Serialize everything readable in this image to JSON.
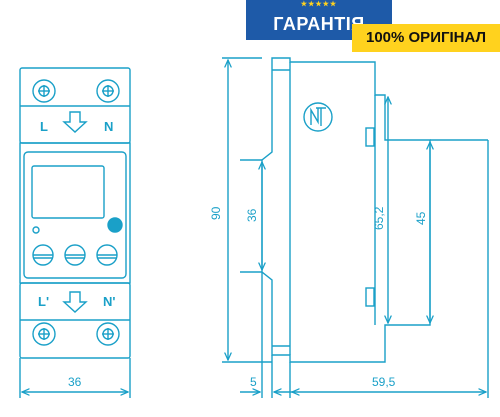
{
  "colors": {
    "line": "#1aa0c8",
    "badge_blue": "#1e5aa8",
    "badge_yellow": "#ffd21e"
  },
  "badges": {
    "guarantee": "ГАРАНТІЯ",
    "stars": "★★★★★",
    "original": "100% ОРИГІНАЛ"
  },
  "terminals": {
    "top_left": "L",
    "top_right": "N",
    "bottom_left": "L'",
    "bottom_right": "N'"
  },
  "dimensions": {
    "front_width": "36",
    "total_height": "90",
    "rail_height": "36",
    "body_height": "65,2",
    "face_height": "45",
    "rail_depth": "5",
    "depth": "59,5"
  },
  "logo": {
    "icon": "nt-logo-icon"
  }
}
